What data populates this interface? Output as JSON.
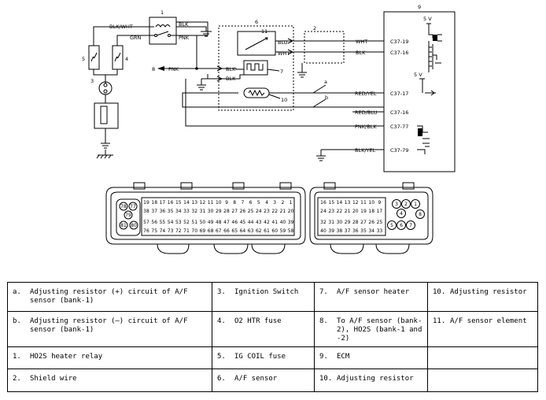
{
  "wire_labels": {
    "blk_wht": "BLK/WHT",
    "grn": "GRN",
    "blk_relay": "BLK",
    "pnk_relay": "PNK",
    "pnk_left": "PNK",
    "blk_a": "BLK",
    "blk_b": "BLK",
    "blu": "BLU",
    "wht_sensor": "WHT",
    "wht_ecm": "WHT",
    "blk_ecm": "BLK",
    "red_yel": "RED/YEL",
    "red_blu": "RED/BLU",
    "pnk_blk": "PNK/BLK",
    "blk_yel": "BLK/YEL",
    "five_v_1": "5 V",
    "five_v_2": "5 V"
  },
  "terminals": {
    "t1": "C37-19",
    "t2": "C37-16",
    "t3": "C37-17",
    "t4": "C37-16",
    "t5": "C37-77",
    "t6": "C37-79"
  },
  "callouts": {
    "n1": "1",
    "n2": "2",
    "n3": "3",
    "n4": "4",
    "n5": "5",
    "n6": "6",
    "n7": "7",
    "n8": "8",
    "n9": "9",
    "n10": "10",
    "n11": "11",
    "na": "a",
    "nb": "b"
  },
  "connector_pins": {
    "left_row1": [
      "19",
      "18",
      "17",
      "16",
      "15",
      "14",
      "13",
      "12",
      "11",
      "10",
      "9",
      "8",
      "7",
      "6",
      "5",
      "4",
      "3",
      "2",
      "1"
    ],
    "left_row2": [
      "38",
      "37",
      "36",
      "35",
      "34",
      "33",
      "32",
      "31",
      "30",
      "29",
      "28",
      "27",
      "26",
      "25",
      "24",
      "23",
      "22",
      "21",
      "20"
    ],
    "left_row3": [
      "57",
      "56",
      "55",
      "54",
      "53",
      "52",
      "51",
      "50",
      "49",
      "48",
      "47",
      "46",
      "45",
      "44",
      "43",
      "42",
      "41",
      "40",
      "39"
    ],
    "left_row4": [
      "76",
      "75",
      "74",
      "73",
      "72",
      "71",
      "70",
      "69",
      "68",
      "67",
      "66",
      "65",
      "64",
      "63",
      "62",
      "61",
      "60",
      "59",
      "58"
    ],
    "left_round": [
      "78",
      "77",
      "79",
      "81",
      "80"
    ],
    "right_row1": [
      "16",
      "15",
      "14",
      "13",
      "12",
      "11",
      "10",
      "9"
    ],
    "right_row2": [
      "24",
      "23",
      "22",
      "21",
      "20",
      "19",
      "18",
      "17"
    ],
    "right_row3": [
      "32",
      "31",
      "30",
      "29",
      "28",
      "27",
      "26",
      "25"
    ],
    "right_row4": [
      "40",
      "39",
      "38",
      "37",
      "36",
      "35",
      "34",
      "33"
    ],
    "right_round": [
      "1",
      "2",
      "3",
      "4",
      "5",
      "6",
      "7",
      "8"
    ]
  },
  "legend": [
    [
      {
        "key": "a.",
        "text": "Adjusting resistor (+) circuit of A/F sensor (bank-1)"
      },
      {
        "key": "3.",
        "text": "Ignition Switch"
      },
      {
        "key": "7.",
        "text": "A/F sensor heater"
      },
      {
        "key": "10.",
        "text": "Adjusting resistor"
      }
    ],
    [
      {
        "key": "b.",
        "text": "Adjusting resistor (–) circuit of A/F sensor (bank-1)"
      },
      {
        "key": "4.",
        "text": "O2 HTR fuse"
      },
      {
        "key": "8.",
        "text": "To A/F sensor (bank-2), HO2S (bank-1 and -2)"
      },
      {
        "key": "11.",
        "text": "A/F sensor element"
      }
    ],
    [
      {
        "key": "1.",
        "text": "HO2S heater relay"
      },
      {
        "key": "5.",
        "text": "IG COIL fuse"
      },
      {
        "key": "9.",
        "text": "ECM"
      },
      {
        "key": "",
        "text": ""
      }
    ],
    [
      {
        "key": "2.",
        "text": "Shield wire"
      },
      {
        "key": "6.",
        "text": "A/F sensor"
      },
      {
        "key": "10.",
        "text": "Adjusting resistor"
      },
      {
        "key": "",
        "text": ""
      }
    ]
  ]
}
